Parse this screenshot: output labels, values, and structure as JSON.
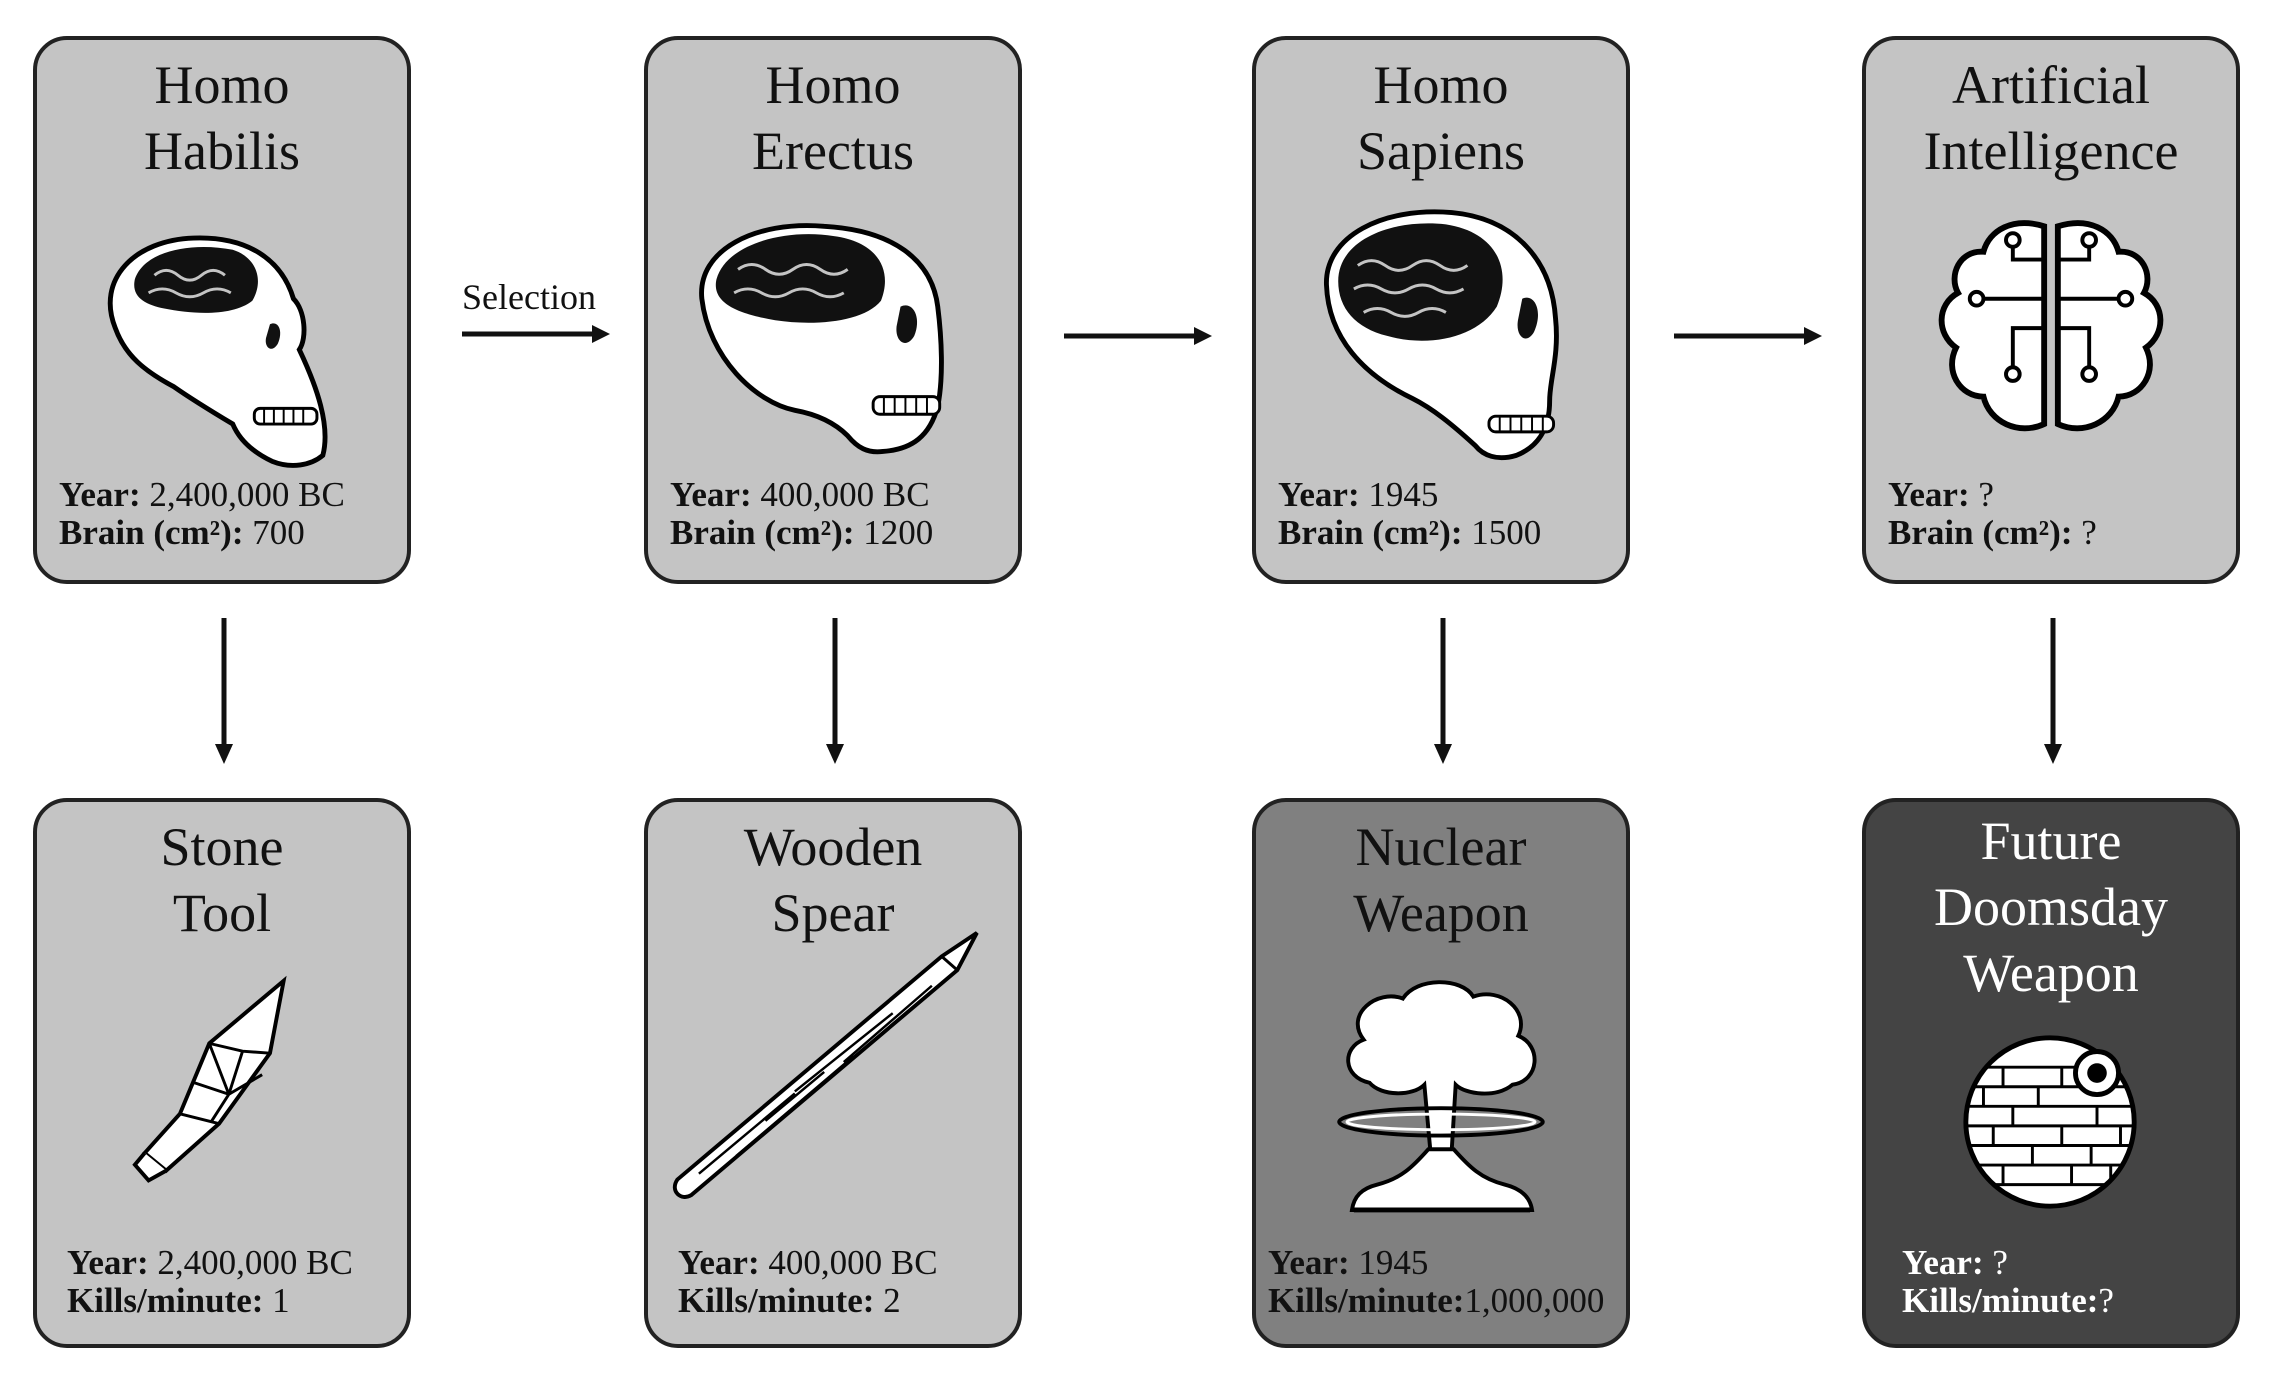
{
  "top_cards": [
    {
      "title_line1": "Homo",
      "title_line2": "Habilis",
      "year_label": "Year:",
      "year_value": "2,400,000 BC",
      "brain_label": "Brain (cm²):",
      "brain_value": "700",
      "icon": "habilis-skull-icon"
    },
    {
      "title_line1": "Homo",
      "title_line2": "Erectus",
      "year_label": "Year:",
      "year_value": "400,000 BC",
      "brain_label": "Brain (cm²):",
      "brain_value": "1200",
      "icon": "erectus-skull-icon"
    },
    {
      "title_line1": "Homo",
      "title_line2": "Sapiens",
      "year_label": "Year:",
      "year_value": "1945",
      "brain_label": "Brain (cm²):",
      "brain_value": "1500",
      "icon": "sapiens-skull-icon"
    },
    {
      "title_line1": "Artificial",
      "title_line2": "Intelligence",
      "year_label": "Year:",
      "year_value": "?",
      "brain_label": "Brain (cm²):",
      "brain_value": "?",
      "icon": "circuit-brain-icon"
    }
  ],
  "bottom_cards": [
    {
      "title_line1": "Stone",
      "title_line2": "Tool",
      "title_line3": "",
      "year_label": "Year:",
      "year_value": "2,400,000 BC",
      "kills_label": "Kills/minute:",
      "kills_value": "1",
      "icon": "stone-tool-icon",
      "color": "#c4c4c4"
    },
    {
      "title_line1": "Wooden",
      "title_line2": "Spear",
      "title_line3": "",
      "year_label": "Year:",
      "year_value": "400,000 BC",
      "kills_label": "Kills/minute:",
      "kills_value": "2",
      "icon": "wooden-spear-icon",
      "color": "#c4c4c4"
    },
    {
      "title_line1": "Nuclear",
      "title_line2": "Weapon",
      "title_line3": "",
      "year_label": "Year:",
      "year_value": "1945",
      "kills_label": "Kills/minute:",
      "kills_value": "1,000,000",
      "icon": "mushroom-cloud-icon",
      "color": "#808080"
    },
    {
      "title_line1": "Future",
      "title_line2": "Doomsday",
      "title_line3": "Weapon",
      "year_label": "Year:",
      "year_value": "?",
      "kills_label": "Kills/minute:",
      "kills_value": "?",
      "icon": "death-star-icon",
      "color": "#444444"
    }
  ],
  "arrow_label": "Selection"
}
